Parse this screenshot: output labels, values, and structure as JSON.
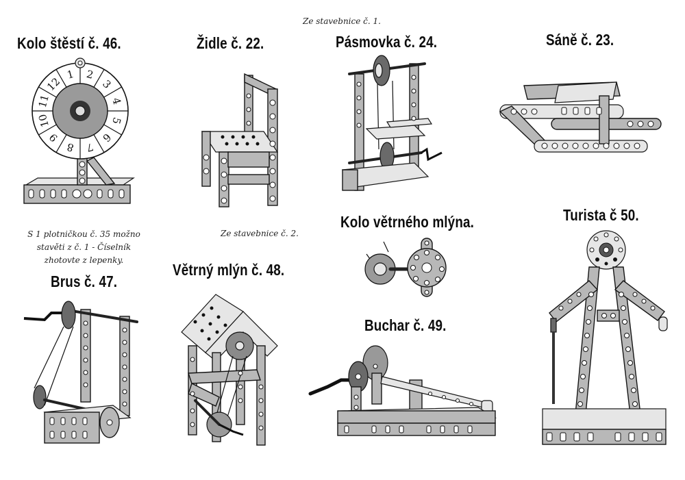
{
  "page": {
    "header_note": "Ze stavebnice č. 1.",
    "second_set_note": "Ze stavebnice č. 2.",
    "side_note_lines": [
      "S 1 plotničkou č. 35 možno",
      "stavěti z č. 1 - Číselník",
      "zhotovte z lepenky."
    ]
  },
  "models": [
    {
      "id": "kolo-stesti",
      "title": "Kolo štěstí č. 46.",
      "illustration": "wheel-of-fortune-illustration",
      "wheel_numbers": [
        "1",
        "2",
        "3",
        "4",
        "5",
        "6",
        "7",
        "8",
        "9",
        "10",
        "11",
        "12"
      ]
    },
    {
      "id": "zidle",
      "title": "Židle č. 22.",
      "illustration": "chair-illustration"
    },
    {
      "id": "pasmovka",
      "title": "Pásmovka č. 24.",
      "illustration": "belt-drive-illustration"
    },
    {
      "id": "sane",
      "title": "Sáně č. 23.",
      "illustration": "sled-illustration"
    },
    {
      "id": "kolo-vetrneho-mlyna",
      "title": "Kolo větrného mlýna.",
      "illustration": "windmill-wheel-illustration"
    },
    {
      "id": "turista",
      "title": "Turista č 50.",
      "illustration": "tourist-figure-illustration"
    },
    {
      "id": "brus",
      "title": "Brus č. 47.",
      "illustration": "grinder-illustration"
    },
    {
      "id": "vetrny-mlyn",
      "title": "Větrný mlýn č. 48.",
      "illustration": "windmill-illustration"
    },
    {
      "id": "buchar",
      "title": "Buchar č. 49.",
      "illustration": "hammer-illustration"
    }
  ]
}
